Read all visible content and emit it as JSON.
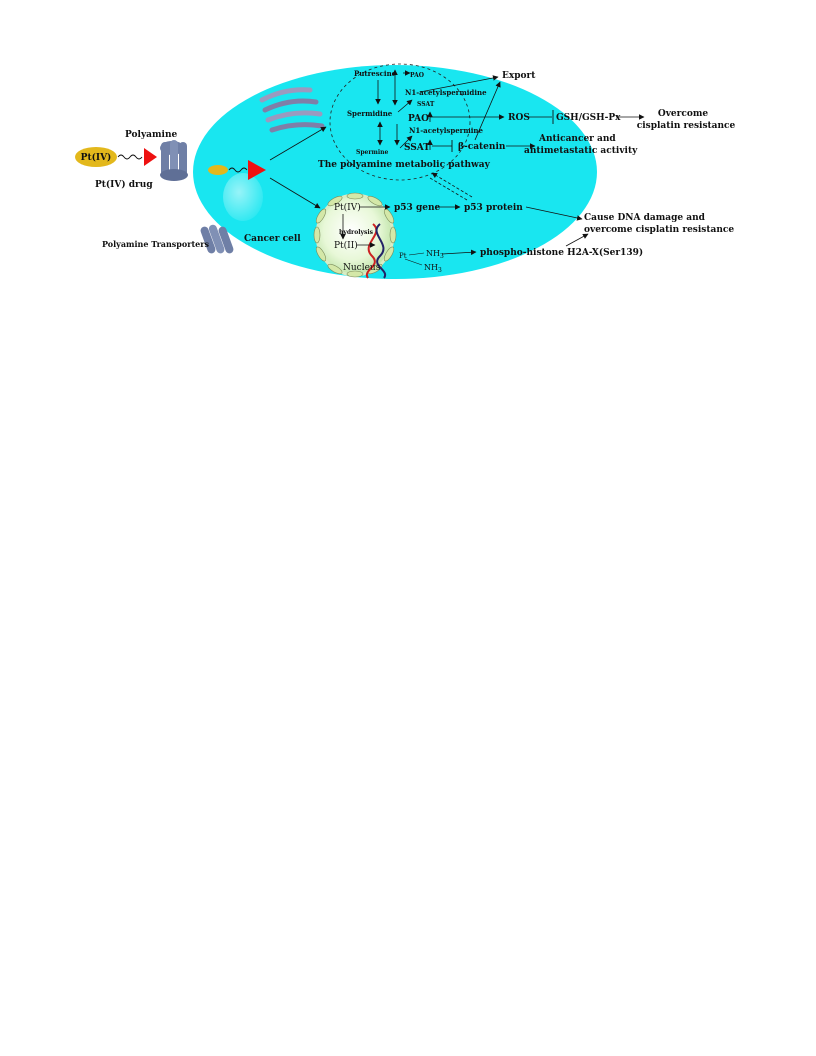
{
  "labels": {
    "polyamine": "Polyamine",
    "pt4_capsule": "Pt(IV)",
    "pt4_drug": "Pt(IV) drug",
    "polyamine_transporters": "Polyamine Transporters",
    "cancer_cell": "Cancer cell",
    "putrescine": "Putrescine",
    "pao_top": "PAO",
    "n1_acetylspermidine": "N1-acetylspermidine",
    "ssat_top": "SSAT",
    "spermidine": "Spermidine",
    "pao_mid": "PAO",
    "n1_acetylspermine": "N1-acetylspermine",
    "spermine": "Spermine",
    "ssat_mid": "SSAT",
    "pathway_title": "The polyamine metabolic pathway",
    "export": "Export",
    "ros": "ROS",
    "gsh": "GSH/GSH-Px",
    "overcome_1": "Overcome",
    "overcome_2": "cisplatin  resistance",
    "beta_catenin": "β-catenin",
    "anticancer_1": "Anticancer and",
    "anticancer_2": "antimetastatic activity",
    "nuc_pt4": "Pt(IV)",
    "nuc_pt2": "Pt(II)",
    "hydrolysis": "hydrolysis",
    "nucleus": "Nucleus",
    "p53_gene": "p53 gene",
    "p53_protein": "p53 protein",
    "pt_atom": "Pt",
    "nh3_1": "NH",
    "nh3_2": "NH",
    "sub3": "3",
    "phospho": "phospho-histone H2A-X(Ser139)",
    "dna_damage_1": "Cause DNA damage and",
    "dna_damage_2": "overcome cisplatin resistance"
  },
  "colors": {
    "cell": "#19e6f0",
    "membrane_protein": "#6f7fa6",
    "golgi": "#8f8fb3",
    "capsule": "#e3b81c",
    "triangle": "#ee1111",
    "nucleus": "#d8f5c8",
    "nucleus_pore": "#c2dc8c"
  }
}
